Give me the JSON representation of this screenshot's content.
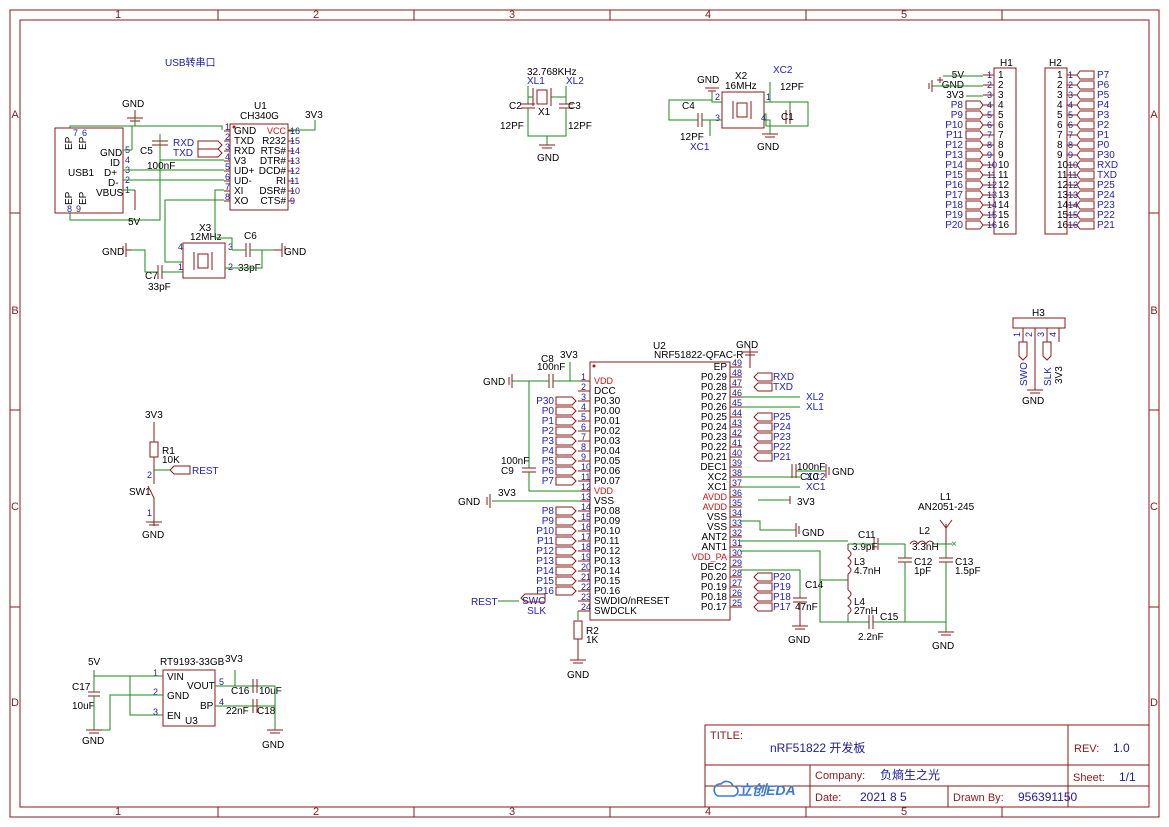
{
  "frame": {
    "cols": [
      "1",
      "2",
      "3",
      "4",
      "5"
    ],
    "rows": [
      "A",
      "B",
      "C",
      "D"
    ]
  },
  "usb_section": {
    "title": "USB转串口",
    "usb": {
      "ref": "USB1",
      "pins": [
        "GND",
        "ID",
        "D+",
        "D-",
        "VBUS"
      ],
      "nums": [
        "5",
        "4",
        "3",
        "2",
        "1"
      ],
      "ep": [
        "EP",
        "EP",
        "EP",
        "EP"
      ],
      "epnums": [
        "7",
        "6",
        "8",
        "9"
      ]
    },
    "u1": {
      "ref": "U1",
      "part": "CH340G",
      "left": [
        "GND",
        "TXD",
        "RXD",
        "V3",
        "UD+",
        "UD-",
        "XI",
        "XO"
      ],
      "lnums": [
        "1",
        "2",
        "3",
        "4",
        "5",
        "6",
        "7",
        "8"
      ],
      "right": [
        "VCC",
        "R232",
        "RTS#",
        "DTR#",
        "DCD#",
        "RI",
        "DSR#",
        "CTS#"
      ],
      "rnums": [
        "16",
        "15",
        "14",
        "13",
        "12",
        "11",
        "10",
        "9"
      ]
    },
    "nets": {
      "gnd": "GND",
      "v33": "3V3",
      "v5": "5V",
      "rxd": "RXD",
      "txd": "TXD"
    },
    "c5": {
      "ref": "C5",
      "val": "100nF"
    },
    "x3": {
      "ref": "X3",
      "val": "12MHz",
      "pins": [
        "4",
        "3",
        "1",
        "2"
      ]
    },
    "c6": {
      "ref": "C6",
      "val": "33pF"
    },
    "c7": {
      "ref": "C7",
      "val": "33pF"
    }
  },
  "xtal1": {
    "freq": "32.768KHz",
    "xl1": "XL1",
    "xl2": "XL2",
    "ref": "X1",
    "c2": "C2",
    "c3": "C3",
    "cval": "12PF",
    "gnd": "GND"
  },
  "xtal2": {
    "ref": "X2",
    "freq": "16MHz",
    "xc1": "XC1",
    "xc2": "XC2",
    "c4": "C4",
    "c1": "C1",
    "cval": "12PF",
    "gnd": "GND",
    "pins": [
      "2",
      "1",
      "3",
      "4"
    ]
  },
  "h1": {
    "ref": "H1",
    "labels": [
      "5V",
      "GND",
      "3V3",
      "P8",
      "P9",
      "P10",
      "P11",
      "P12",
      "P13",
      "P14",
      "P15",
      "P16",
      "P17",
      "P18",
      "P19",
      "P20"
    ],
    "nums": [
      "1",
      "2",
      "3",
      "4",
      "5",
      "6",
      "7",
      "8",
      "9",
      "10",
      "11",
      "12",
      "13",
      "14",
      "15",
      "16"
    ]
  },
  "h2": {
    "ref": "H2",
    "labels": [
      "P7",
      "P6",
      "P5",
      "P4",
      "P3",
      "P2",
      "P1",
      "P0",
      "P30",
      "RXD",
      "TXD",
      "P25",
      "P24",
      "P23",
      "P22",
      "P21"
    ],
    "nums": [
      "1",
      "2",
      "3",
      "4",
      "5",
      "6",
      "7",
      "8",
      "9",
      "10",
      "11",
      "12",
      "13",
      "14",
      "15",
      "16"
    ]
  },
  "h3": {
    "ref": "H3",
    "labels": [
      "SWO",
      "SLK",
      "3V3"
    ],
    "nums": [
      "1",
      "2",
      "3",
      "4"
    ],
    "gnd": "GND"
  },
  "reset": {
    "v33": "3V3",
    "r1": "R1",
    "r1val": "10K",
    "net": "REST",
    "sw": "SW1",
    "pins": [
      "2",
      "1"
    ],
    "gnd": "GND"
  },
  "ldo": {
    "v5": "5V",
    "v33": "3V3",
    "part": "RT9193-33GB",
    "ref": "U3",
    "left": [
      "VIN",
      "GND",
      "EN"
    ],
    "lnums": [
      "1",
      "2",
      "3"
    ],
    "right": [
      "VOUT",
      "BP"
    ],
    "rnums": [
      "5",
      "4"
    ],
    "c17": "C17",
    "c17val": "10uF",
    "c16": "C16",
    "c16val": "10uF",
    "c18": "C18",
    "c18val": "22nF",
    "gnd": "GND"
  },
  "u2": {
    "ref": "U2",
    "part": "NRF51822-QFAC-R",
    "left": [
      "VDD",
      "DCC",
      "P0.30",
      "P0.00",
      "P0.01",
      "P0.02",
      "P0.03",
      "P0.04",
      "P0.05",
      "P0.06",
      "P0.07",
      "VDD",
      "VSS",
      "P0.08",
      "P0.09",
      "P0.10",
      "P0.11",
      "P0.12",
      "P0.13",
      "P0.14",
      "P0.15",
      "P0.16",
      "SWDIO/nRESET",
      "SWDCLK"
    ],
    "lnums": [
      "1",
      "2",
      "3",
      "4",
      "5",
      "6",
      "7",
      "8",
      "9",
      "10",
      "11",
      "12",
      "13",
      "14",
      "15",
      "16",
      "17",
      "18",
      "19",
      "20",
      "21",
      "22",
      "23",
      "24"
    ],
    "lnets": [
      "",
      "",
      "P30",
      "P0",
      "P1",
      "P2",
      "P3",
      "P4",
      "P5",
      "P6",
      "P7",
      "",
      "",
      "P8",
      "P9",
      "P10",
      "P11",
      "P12",
      "P13",
      "P14",
      "P15",
      "P16",
      "SWO",
      "SLK"
    ],
    "right": [
      "EP",
      "P0.29",
      "P0.28",
      "P0.27",
      "P0.26",
      "P0.25",
      "P0.24",
      "P0.23",
      "P0.22",
      "P0.21",
      "DEC1",
      "XC2",
      "XC1",
      "AVDD",
      "AVDD",
      "VSS",
      "VSS",
      "ANT2",
      "ANT1",
      "VDD_PA",
      "DEC2",
      "P0.20",
      "P0.19",
      "P0.18",
      "P0.17"
    ],
    "rnums": [
      "49",
      "48",
      "47",
      "46",
      "45",
      "44",
      "43",
      "42",
      "41",
      "40",
      "39",
      "38",
      "37",
      "36",
      "35",
      "34",
      "33",
      "32",
      "31",
      "30",
      "29",
      "28",
      "27",
      "26",
      "25"
    ],
    "rnets": [
      "",
      "RXD",
      "TXD",
      "XL2",
      "XL1",
      "P25",
      "P24",
      "P23",
      "P22",
      "P21",
      "",
      "XC2",
      "XC1",
      "",
      "",
      "",
      "",
      "",
      "",
      "",
      "",
      "P20",
      "P19",
      "P18",
      "P17"
    ],
    "c8": "C8",
    "c8val": "100nF",
    "c9": "C9",
    "c9val": "100nF",
    "c10": "C10",
    "c10val": "100nF",
    "c14": "C14",
    "c14val": "47nF",
    "r2": "R2",
    "r2val": "1K",
    "rest": "REST",
    "gnd": "GND",
    "v33": "3V3"
  },
  "rf": {
    "c11": "C11",
    "c11val": "3.9pF",
    "l2": "L2",
    "l2val": "3.3nH",
    "l3": "L3",
    "l3val": "4.7nH",
    "l4": "L4",
    "l4val": "27nH",
    "c12": "C12",
    "c12val": "1pF",
    "c13": "C13",
    "c13val": "1.5pF",
    "c15": "C15",
    "c15val": "2.2nF",
    "l1": "L1",
    "l1val": "AN2051-245",
    "gnd": "GND"
  },
  "title_block": {
    "title_label": "TITLE:",
    "title": "nRF51822 开发板",
    "rev_label": "REV:",
    "rev": "1.0",
    "company_label": "Company:",
    "company": "负熵生之光",
    "sheet_label": "Sheet:",
    "sheet": "1/1",
    "date_label": "Date:",
    "date": "2021 8 5",
    "drawn_label": "Drawn By:",
    "drawn": "956391150",
    "logo": "立创EDA"
  }
}
